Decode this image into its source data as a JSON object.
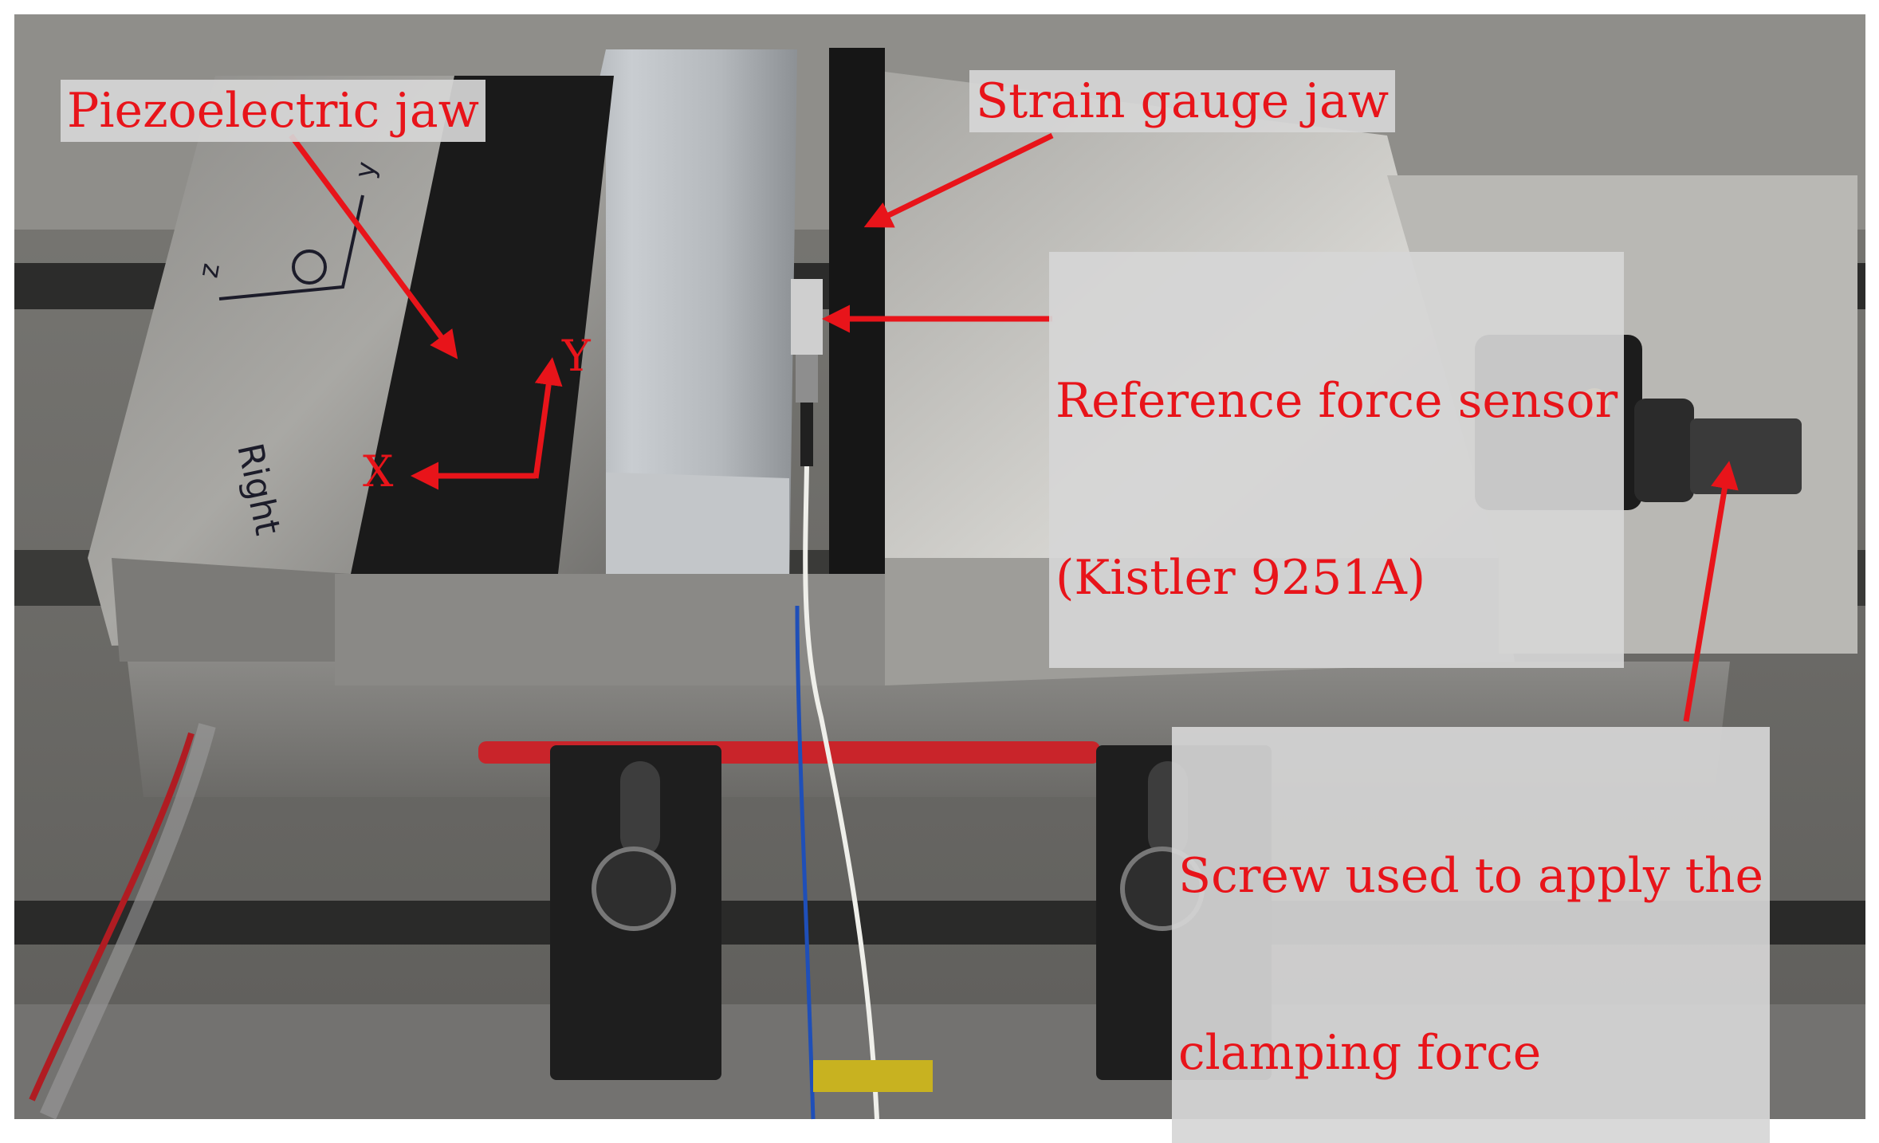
{
  "labels": {
    "piezo_jaw": "Piezoelectric jaw",
    "strain_jaw": "Strain gauge jaw",
    "reference_sensor_line1": "Reference force sensor",
    "reference_sensor_line2": "(Kistler 9251A)",
    "screw_line1": "Screw used to apply the",
    "screw_line2": "clamping force"
  },
  "axes": {
    "x": "X",
    "y": "Y"
  },
  "handwriting": {
    "right": "Right",
    "z": "z",
    "y": "y"
  },
  "colors": {
    "annotation": "#e8141a",
    "label_background": "#d6d6d6"
  }
}
